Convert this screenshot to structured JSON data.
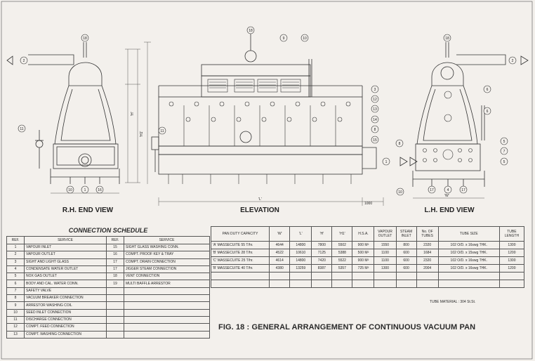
{
  "views": {
    "rh_title": "R.H. END VIEW",
    "elevation_title": "ELEVATION",
    "lh_title": "L.H. END VIEW"
  },
  "dims": {
    "h": "'H'",
    "h1": "'H1'",
    "l": "'L'",
    "w": "'W'",
    "d1000": "1000"
  },
  "callouts": {
    "rh": [
      "18",
      "2",
      "11",
      "10",
      "1",
      "16"
    ],
    "elev": [
      "18",
      "9",
      "10",
      "3",
      "12",
      "13",
      "14",
      "8",
      "15",
      "1",
      "11"
    ],
    "lh": [
      "18",
      "2",
      "6",
      "6",
      "5",
      "7",
      "5",
      "8",
      "10",
      "17",
      "4",
      "17"
    ]
  },
  "schedule": {
    "title": "CONNECTION SCHEDULE",
    "headers": [
      "REF.",
      "SERVICE",
      "REF.",
      "SERVICE"
    ],
    "rows": [
      [
        "1",
        "VAPOUR INLET",
        "15",
        "SIGHT GLASS WASHING CONN."
      ],
      [
        "2",
        "VAPOUR OUTLET",
        "16",
        "COMPT. PROOF KEY & TRAY"
      ],
      [
        "3",
        "SIGHT AND LIGHT GLASS",
        "17",
        "COMPT. DRAIN CONNECTION"
      ],
      [
        "4",
        "CONDENSATE WATER OUTLET",
        "17",
        "JIGGER STEAM CONNECTION"
      ],
      [
        "5",
        "NOX GAS OUTLET",
        "18",
        "VENT CONNECTION"
      ],
      [
        "6",
        "BODY AND CAL. WATER CONN.",
        "19",
        "MULTI BAFFLE ARRESTOR"
      ],
      [
        "7",
        "SAFETY VALVE",
        "",
        ""
      ],
      [
        "8",
        "VACUUM BREAKER CONNECTION",
        "",
        ""
      ],
      [
        "9",
        "ARRESTOR WASHING COIL",
        "",
        ""
      ],
      [
        "10",
        "SEED INLET CONNECTION",
        "",
        ""
      ],
      [
        "11",
        "DISCHARGE CONNECTION",
        "",
        ""
      ],
      [
        "12",
        "COMPT. FEED CONNECTION",
        "",
        ""
      ],
      [
        "13",
        "COMPT. WASHING CONNECTION",
        "",
        ""
      ]
    ]
  },
  "capacity": {
    "headers": [
      "PAN DUTY CAPACITY",
      "'W'",
      "'L'",
      "'H'",
      "'H1'",
      "H.S.A.",
      "VAPOUR OUTLET",
      "STEAM INLET",
      "No. OF TUBES",
      "TUBE SIZE",
      "TUBE LENGTH"
    ],
    "rows": [
      [
        "'A' MASSECUITE 55 T/hr.",
        "4644",
        "14800",
        "7800",
        "5502",
        "900 M²",
        "1550",
        "800",
        "2320",
        "102 O/D. x 16swg THK.",
        "1300"
      ],
      [
        "'B' MASSECUITE 28 T/hr.",
        "4522",
        "10610",
        "7125",
        "5388",
        "500 M²",
        "1100",
        "600",
        "1684",
        "102 O/D. x 15swg THK.",
        "1200"
      ],
      [
        "'C' MASSECUITE 25 T/hr.",
        "4614",
        "14800",
        "7420",
        "5522",
        "900 M²",
        "1100",
        "600",
        "2320",
        "102 O/D. x 16swg THK.",
        "1300"
      ],
      [
        "'B' MASSECUITE 40 T/hr.",
        "4380",
        "13259",
        "8387",
        "5357",
        "725 M²",
        "1300",
        "600",
        "2004",
        "102 O/D. x 16swg THK.",
        "1200"
      ],
      [
        "",
        "",
        "",
        "",
        "",
        "",
        "",
        "",
        "",
        "",
        ""
      ],
      [
        "",
        "",
        "",
        "",
        "",
        "",
        "",
        "",
        "",
        "",
        ""
      ]
    ],
    "tube_material": "TUBE MATERIAL :    304 St.St."
  },
  "figure_title": "FIG. 18 : GENERAL ARRANGEMENT OF CONTINUOUS VACUUM PAN"
}
